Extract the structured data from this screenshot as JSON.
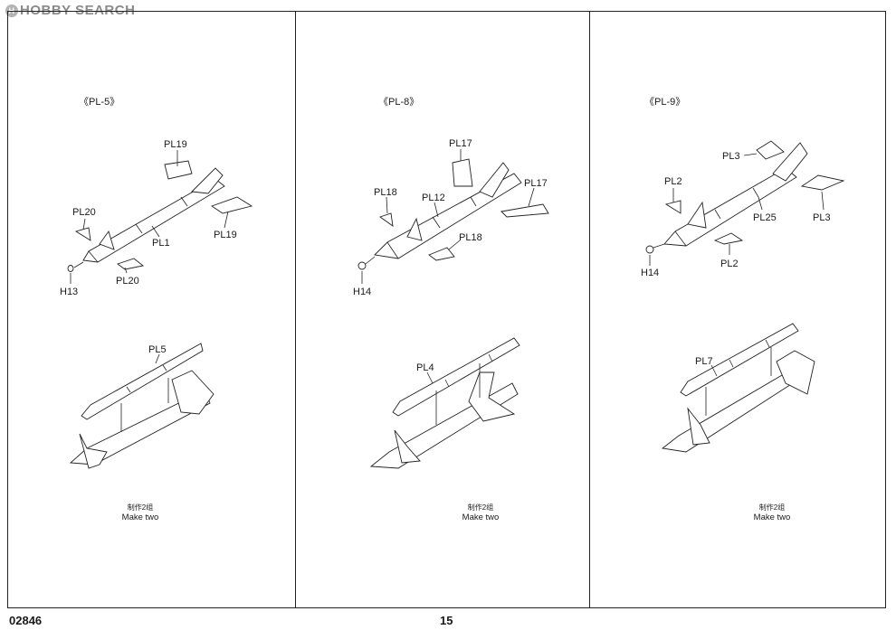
{
  "watermark": "HOBBY SEARCH",
  "panels": [
    {
      "title": "《PL-5》",
      "labels": {
        "pl19a": "PL19",
        "pl20a": "PL20",
        "pl1": "PL1",
        "pl19b": "PL19",
        "h13": "H13",
        "pl20b": "PL20",
        "pl5": "PL5"
      },
      "make_cn": "制作2组",
      "make_en": "Make two"
    },
    {
      "title": "《PL-8》",
      "labels": {
        "pl17a": "PL17",
        "pl18a": "PL18",
        "pl12": "PL12",
        "pl17b": "PL17",
        "pl18b": "PL18",
        "h14": "H14",
        "pl4": "PL4"
      },
      "make_cn": "制作2组",
      "make_en": "Make two"
    },
    {
      "title": "《PL-9》",
      "labels": {
        "pl3a": "PL3",
        "pl2a": "PL2",
        "pl25": "PL25",
        "pl3b": "PL3",
        "pl2b": "PL2",
        "h14": "H14",
        "pl7": "PL7"
      },
      "make_cn": "制作2组",
      "make_en": "Make two"
    }
  ],
  "footer": {
    "code": "02846",
    "page": "15"
  }
}
